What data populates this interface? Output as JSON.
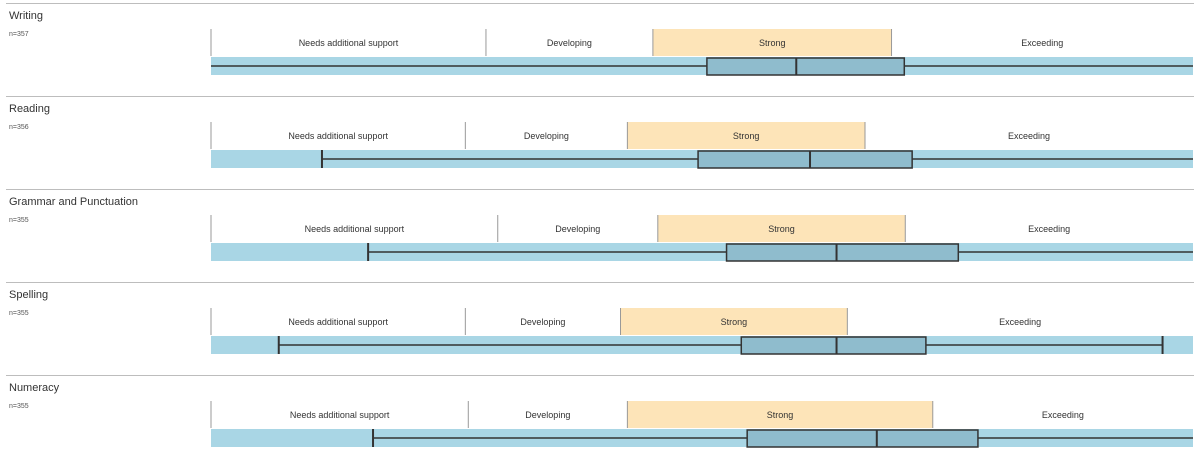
{
  "chart_data": [
    {
      "type": "boxplot",
      "title": "Writing",
      "n_label": "n=357",
      "scale": [
        0,
        100
      ],
      "bands": [
        {
          "label": "Needs additional support",
          "from": 0,
          "to": 28
        },
        {
          "label": "Developing",
          "from": 28,
          "to": 45
        },
        {
          "label": "Strong",
          "from": 45,
          "to": 69.3
        },
        {
          "label": "Exceeding",
          "from": 69.3,
          "to": 100
        }
      ],
      "box": {
        "min": 0,
        "q1": 50.5,
        "median": 59.6,
        "q3": 70.6,
        "max": 100
      },
      "whisker_end_caps": [
        false,
        false
      ]
    },
    {
      "type": "boxplot",
      "title": "Reading",
      "n_label": "n=356",
      "scale": [
        0,
        100
      ],
      "bands": [
        {
          "label": "Needs additional support",
          "from": 0,
          "to": 25.9
        },
        {
          "label": "Developing",
          "from": 25.9,
          "to": 42.4
        },
        {
          "label": "Strong",
          "from": 42.4,
          "to": 66.6
        },
        {
          "label": "Exceeding",
          "from": 66.6,
          "to": 100
        }
      ],
      "box": {
        "min": 11.3,
        "q1": 49.6,
        "median": 61.0,
        "q3": 71.4,
        "max": 100
      },
      "whisker_end_caps": [
        true,
        false
      ]
    },
    {
      "type": "boxplot",
      "title": "Grammar and Punctuation",
      "n_label": "n=355",
      "scale": [
        0,
        100
      ],
      "bands": [
        {
          "label": "Needs additional support",
          "from": 0,
          "to": 29.2
        },
        {
          "label": "Developing",
          "from": 29.2,
          "to": 45.5
        },
        {
          "label": "Strong",
          "from": 45.5,
          "to": 70.7
        },
        {
          "label": "Exceeding",
          "from": 70.7,
          "to": 100
        }
      ],
      "box": {
        "min": 16.0,
        "q1": 52.5,
        "median": 63.7,
        "q3": 76.1,
        "max": 100
      },
      "whisker_end_caps": [
        true,
        false
      ]
    },
    {
      "type": "boxplot",
      "title": "Spelling",
      "n_label": "n=355",
      "scale": [
        0,
        100
      ],
      "bands": [
        {
          "label": "Needs additional support",
          "from": 0,
          "to": 25.9
        },
        {
          "label": "Developing",
          "from": 25.9,
          "to": 41.7
        },
        {
          "label": "Strong",
          "from": 41.7,
          "to": 64.8
        },
        {
          "label": "Exceeding",
          "from": 64.8,
          "to": 100
        }
      ],
      "box": {
        "min": 6.9,
        "q1": 54.0,
        "median": 63.7,
        "q3": 72.8,
        "max": 96.9
      },
      "whisker_end_caps": [
        true,
        true
      ]
    },
    {
      "type": "boxplot",
      "title": "Numeracy",
      "n_label": "n=355",
      "scale": [
        0,
        100
      ],
      "bands": [
        {
          "label": "Needs additional support",
          "from": 0,
          "to": 26.2
        },
        {
          "label": "Developing",
          "from": 26.2,
          "to": 42.4
        },
        {
          "label": "Strong",
          "from": 42.4,
          "to": 73.5
        },
        {
          "label": "Exceeding",
          "from": 73.5,
          "to": 100
        }
      ],
      "box": {
        "min": 16.5,
        "q1": 54.6,
        "median": 67.8,
        "q3": 78.1,
        "max": 100
      },
      "whisker_end_caps": [
        true,
        false
      ]
    }
  ],
  "colors": {
    "track": "#a9d6e5",
    "box_fill": "#8fbccd",
    "strong_band": "#fde4b8",
    "outline": "#333333",
    "band_divider": "#999999",
    "panel_separator": "#bdbdbd"
  }
}
